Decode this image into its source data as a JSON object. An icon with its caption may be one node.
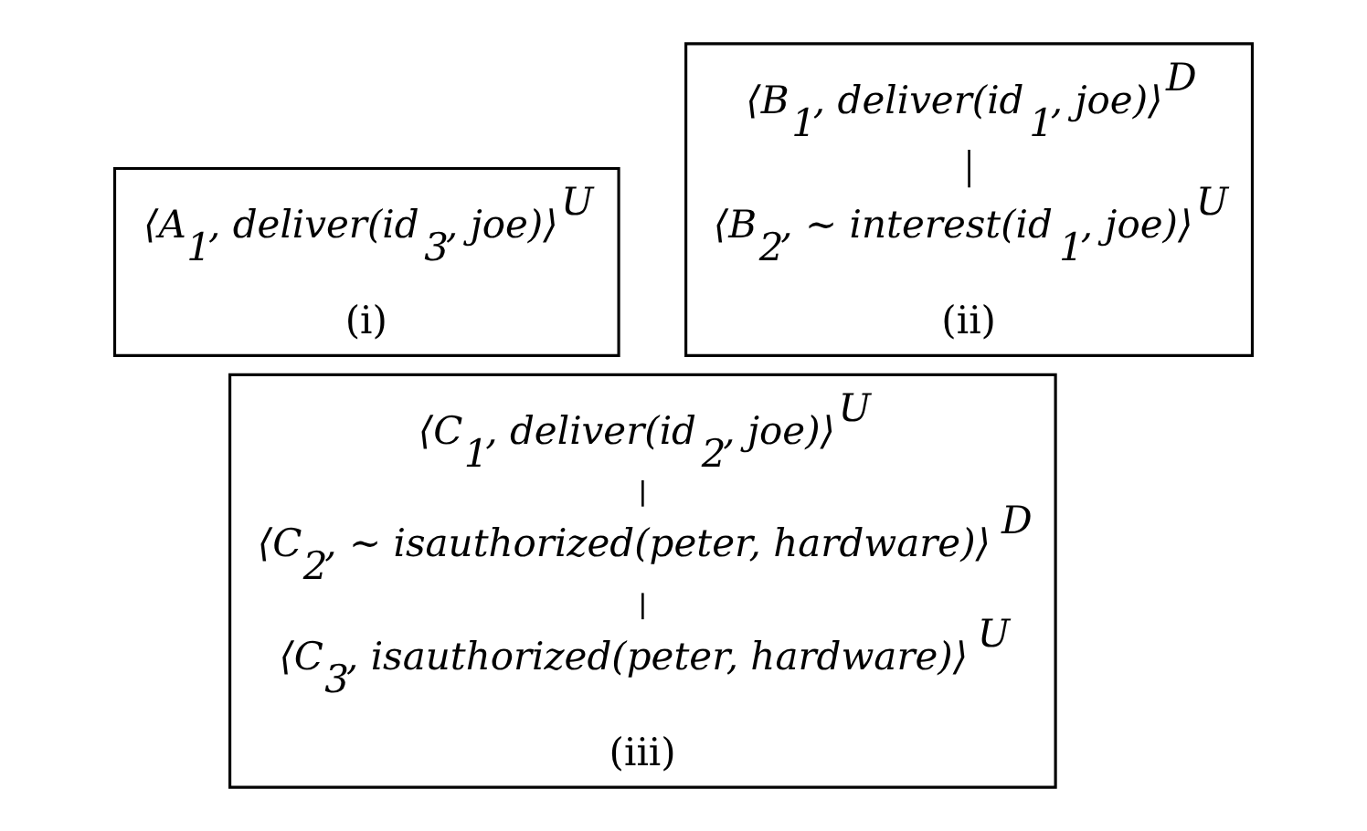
{
  "diagram": {
    "nodes": [
      {
        "text": [
          "(i)"
        ]
      },
      {
        "text": [
          "⟨A$_{1}$, deliver(id$_{3}$, joe)⟩$^{U}$"
        ],
        "in": 0
      },
      {
        "text": [
          "(ii)"
        ]
      },
      {
        "text": [
          "⟨B$_{1}$, deliver(id$_{1}$, joe)⟩$^{D}$"
        ],
        "in": 2
      },
      {
        "text": [
          "⟨B$_{2}$, ∼ interest(id$_{1}$, joe)⟩$^{U}$"
        ],
        "in": 2
      },
      {
        "text": [
          "(iii)"
        ]
      },
      {
        "text": [
          "⟨C$_{1}$, deliver(id$_{2}$, joe)⟩$^{U}$"
        ],
        "in": 5
      },
      {
        "text": [
          "⟨C$_{2}$, ∼ isauthorized(peter, hardware)⟩$^{D}$"
        ],
        "in": 5
      },
      {
        "text": [
          "⟨C$_{3}$, isauthorized(peter, hardware)⟩$^{U}$"
        ],
        "in": 5
      }
    ],
    "edges": [
      {
        "from": 3,
        "to": 4,
        "arrow": "none"
      },
      {
        "from": 6,
        "to": 7,
        "arrow": "none"
      },
      {
        "from": 7,
        "to": 8,
        "arrow": "none"
      }
    ]
  }
}
